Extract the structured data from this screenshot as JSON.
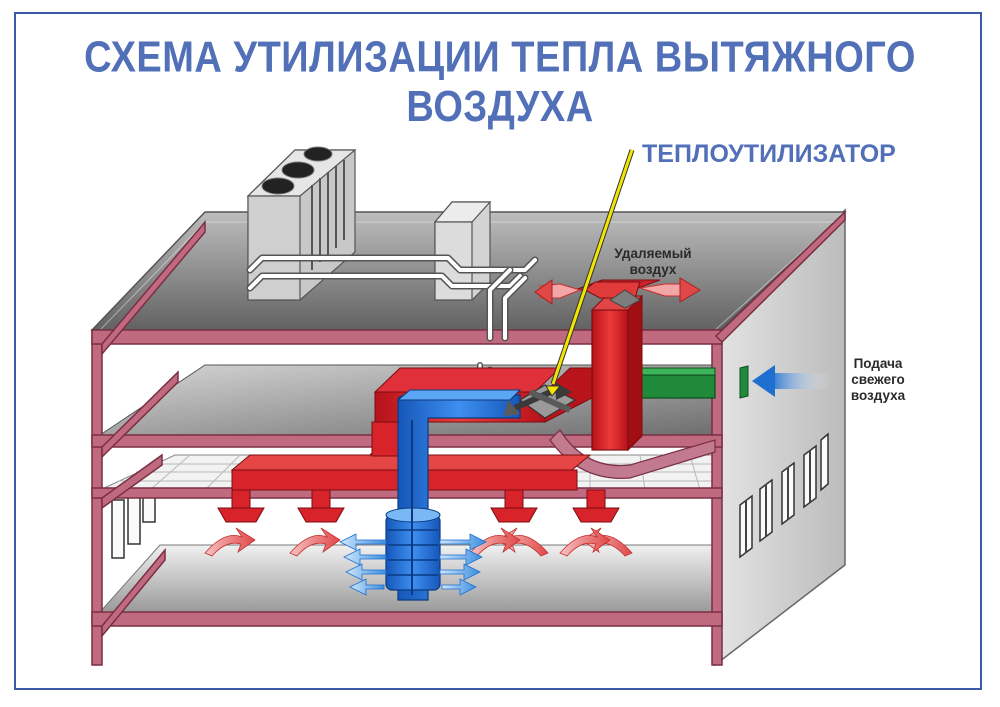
{
  "title": "СХЕМА УТИЛИЗАЦИИ ТЕПЛА ВЫТЯЖНОГО ВОЗДУХА",
  "callout_label": "ТЕПЛОУТИЛИЗАТОР",
  "labels": {
    "exhaust_air": "Удаляемый воздух",
    "fresh_air_supply": "Подача свежего воздуха"
  },
  "colors": {
    "title": "#5270b8",
    "frame": "#3a5aa8",
    "building_frame": "#b35a72",
    "warm_duct": "#d8232a",
    "cold_duct": "#1e6fd0",
    "fresh_air_duct": "#1f8a3a",
    "callout_pointer": "#f2e600",
    "slab": "#7a7a7a"
  }
}
